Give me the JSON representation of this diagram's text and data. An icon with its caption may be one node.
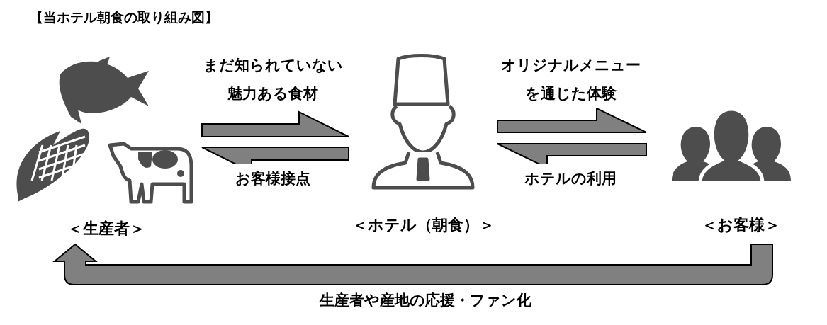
{
  "diagram": {
    "title": "【当ホテル朝食の取り組み図】",
    "nodes": [
      {
        "text": [
          "＜生産者＞"
        ]
      },
      {
        "text": [
          "＜ホテル（朝食）＞"
        ]
      },
      {
        "text": [
          "＜お客様＞"
        ]
      }
    ],
    "edges": [
      {
        "from": 0,
        "to": 1,
        "arrow": "to",
        "label": "まだ知られていない魅力ある食材"
      },
      {
        "from": 1,
        "to": 0,
        "arrow": "to",
        "label": "お客様接点"
      },
      {
        "from": 1,
        "to": 2,
        "arrow": "to",
        "label": "オリジナルメニューを通じた体験"
      },
      {
        "from": 2,
        "to": 1,
        "arrow": "to",
        "label": "ホテルの利用"
      },
      {
        "from": 2,
        "to": 0,
        "arrow": "to",
        "label": "生産者や産地の応援・ファン化"
      }
    ]
  }
}
